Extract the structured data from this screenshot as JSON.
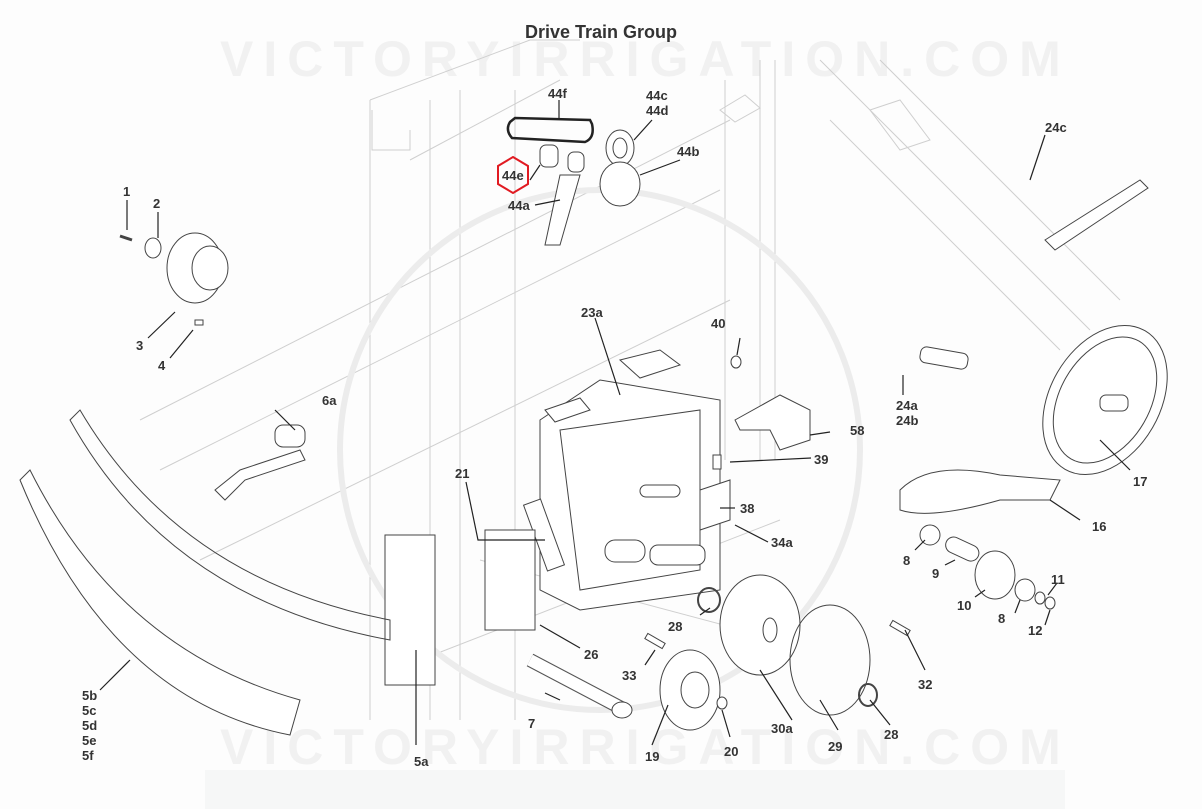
{
  "title": "Drive Train Group",
  "watermark": "VICTORYIRRIGATION.COM",
  "highlight": {
    "part": "44e",
    "color": "#e11b22",
    "shape": "hexagon"
  },
  "callouts": [
    {
      "id": "1",
      "label": "1"
    },
    {
      "id": "2",
      "label": "2"
    },
    {
      "id": "3",
      "label": "3"
    },
    {
      "id": "4",
      "label": "4"
    },
    {
      "id": "5a",
      "label": "5a"
    },
    {
      "id": "5b-5f",
      "labels": [
        "5b",
        "5c",
        "5d",
        "5e",
        "5f"
      ]
    },
    {
      "id": "6a",
      "label": "6a"
    },
    {
      "id": "7",
      "label": "7"
    },
    {
      "id": "8a",
      "label": "8"
    },
    {
      "id": "8b",
      "label": "8"
    },
    {
      "id": "9",
      "label": "9"
    },
    {
      "id": "10",
      "label": "10"
    },
    {
      "id": "11",
      "label": "11"
    },
    {
      "id": "12",
      "label": "12"
    },
    {
      "id": "16",
      "label": "16"
    },
    {
      "id": "17",
      "label": "17"
    },
    {
      "id": "19",
      "label": "19"
    },
    {
      "id": "20",
      "label": "20"
    },
    {
      "id": "21",
      "label": "21"
    },
    {
      "id": "23a",
      "label": "23a"
    },
    {
      "id": "24a-24b",
      "labels": [
        "24a",
        "24b"
      ]
    },
    {
      "id": "24c",
      "label": "24c"
    },
    {
      "id": "26",
      "label": "26"
    },
    {
      "id": "28a",
      "label": "28"
    },
    {
      "id": "28b",
      "label": "28"
    },
    {
      "id": "29",
      "label": "29"
    },
    {
      "id": "30a",
      "label": "30a"
    },
    {
      "id": "32",
      "label": "32"
    },
    {
      "id": "33",
      "label": "33"
    },
    {
      "id": "34a",
      "label": "34a"
    },
    {
      "id": "38",
      "label": "38"
    },
    {
      "id": "39",
      "label": "39"
    },
    {
      "id": "40",
      "label": "40"
    },
    {
      "id": "44a",
      "label": "44a"
    },
    {
      "id": "44b",
      "label": "44b"
    },
    {
      "id": "44c-44d",
      "labels": [
        "44c",
        "44d"
      ]
    },
    {
      "id": "44e",
      "label": "44e"
    },
    {
      "id": "44f",
      "label": "44f"
    },
    {
      "id": "58",
      "label": "58"
    }
  ]
}
